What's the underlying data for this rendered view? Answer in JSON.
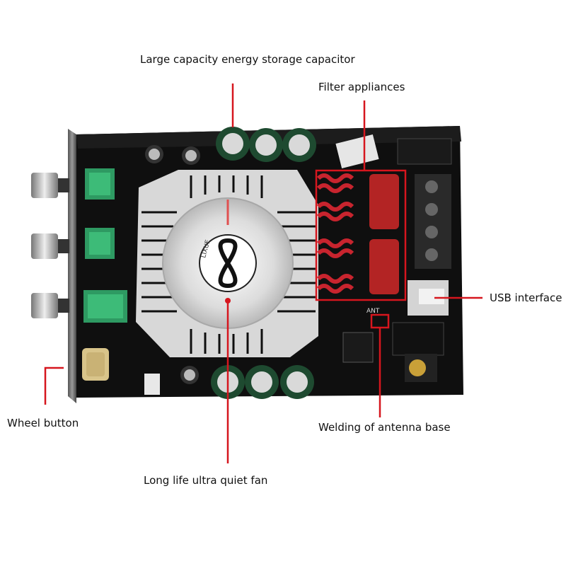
{
  "labels": {
    "capacitor": "Large capacity energy storage capacitor",
    "filter": "Filter appliances",
    "usb": "USB interface",
    "wheel": "Wheel button",
    "antenna": "Welding of antenna base",
    "fan": "Long life ultra quiet fan"
  },
  "board": {
    "fan_logo": "LIXUE",
    "antenna_silkscreen": "ANT"
  },
  "colors": {
    "callout": "#d6161e",
    "board": "#101010",
    "heatsink": "#d8d8d8",
    "coil": "#c8242e",
    "capacitor_body": "#1e4a30",
    "trimmer": "#2e9a62"
  }
}
